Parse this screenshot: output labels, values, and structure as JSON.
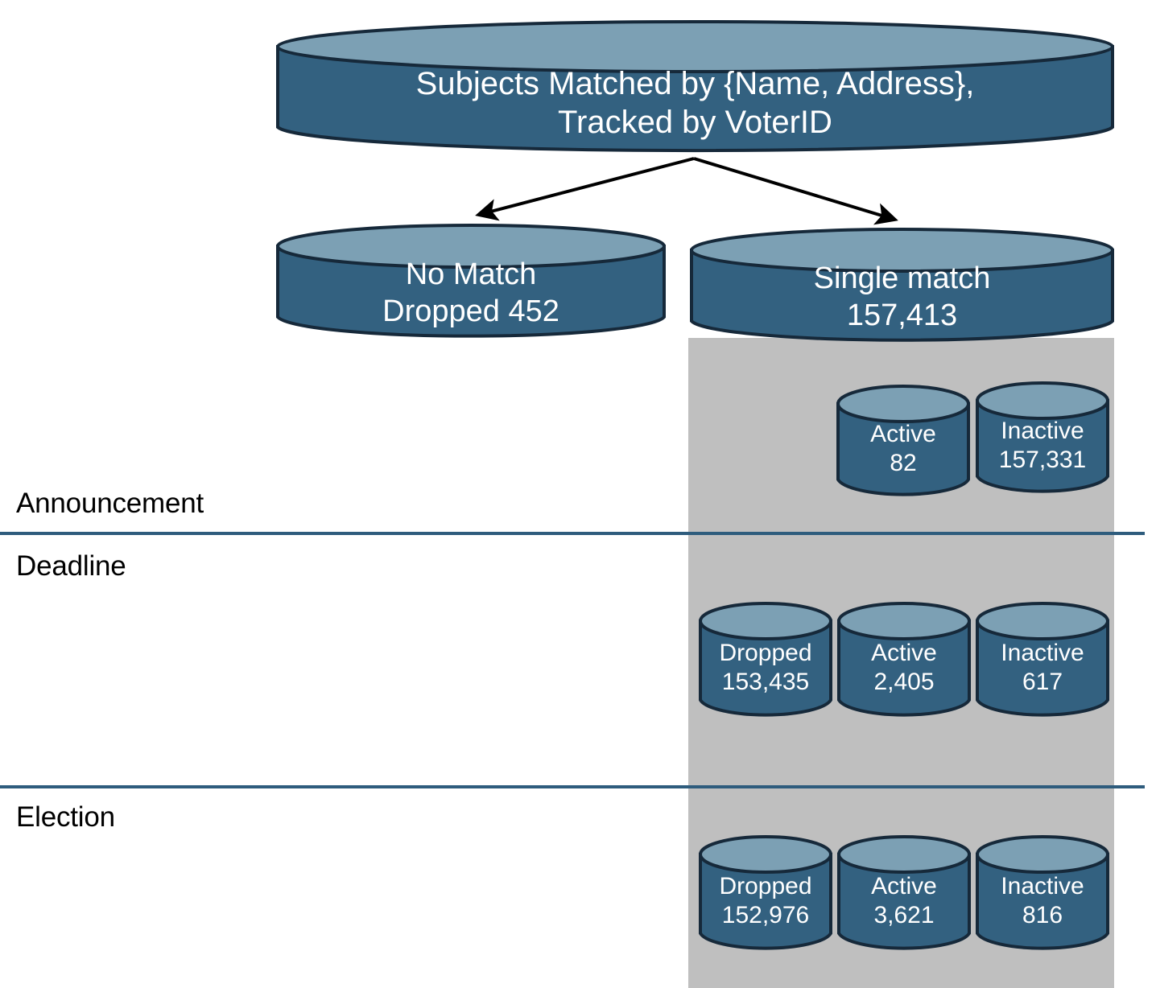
{
  "diagram": {
    "title": "Voter subject matching and status flow",
    "colors": {
      "cylinder_body": "#336180",
      "cylinder_top": "#7ca0b4",
      "cylinder_stroke": "#16293a",
      "band_grey": "#bfbfbf",
      "divider": "#2e5c7d",
      "label_text": "#000000",
      "cylinder_text": "#ffffff",
      "arrow": "#000000",
      "background": "#ffffff"
    },
    "root": {
      "line1": "Subjects Matched by {Name, Address},",
      "line2": "Tracked by VoterID",
      "text": "Subjects Matched by {Name, Address},\nTracked by VoterID"
    },
    "branches": [
      {
        "id": "no-match",
        "line1": "No Match",
        "line2": "Dropped  452",
        "label": "No Match",
        "value": "Dropped  452",
        "text": "No Match\nDropped  452"
      },
      {
        "id": "single-match",
        "line1": "Single match",
        "line2": "157,413",
        "label": "Single match",
        "value": "157,413",
        "text": "Single match\n157,413"
      }
    ],
    "timeline": [
      {
        "id": "announcement",
        "label": "Announcement",
        "buckets": [
          {
            "id": "announcement-active",
            "label": "Active",
            "value": "82",
            "text": "Active\n82"
          },
          {
            "id": "announcement-inactive",
            "label": "Inactive",
            "value": "157,331",
            "text": "Inactive\n157,331"
          }
        ]
      },
      {
        "id": "deadline",
        "label": "Deadline",
        "buckets": [
          {
            "id": "deadline-dropped",
            "label": "Dropped",
            "value": "153,435",
            "text": "Dropped\n153,435"
          },
          {
            "id": "deadline-active",
            "label": "Active",
            "value": "2,405",
            "text": "Active\n2,405"
          },
          {
            "id": "deadline-inactive",
            "label": "Inactive",
            "value": "617",
            "text": "Inactive\n617"
          }
        ]
      },
      {
        "id": "election",
        "label": "Election",
        "buckets": [
          {
            "id": "election-dropped",
            "label": "Dropped",
            "value": "152,976",
            "text": "Dropped\n152,976"
          },
          {
            "id": "election-active",
            "label": "Active",
            "value": "3,621",
            "text": "Active\n3,621"
          },
          {
            "id": "election-inactive",
            "label": "Inactive",
            "value": "816",
            "text": "Inactive\n816"
          }
        ]
      }
    ],
    "chart_data": {
      "type": "diagram",
      "title": "Subjects Matched by {Name, Address}, Tracked by VoterID",
      "nodes": [
        {
          "id": "root",
          "label": "Subjects Matched by {Name, Address}, Tracked by VoterID",
          "value": null
        },
        {
          "id": "no-match",
          "label": "No Match Dropped",
          "value": 452
        },
        {
          "id": "single-match",
          "label": "Single match",
          "value": 157413
        },
        {
          "id": "announcement-active",
          "label": "Active",
          "value": 82,
          "stage": "Announcement"
        },
        {
          "id": "announcement-inactive",
          "label": "Inactive",
          "value": 157331,
          "stage": "Announcement"
        },
        {
          "id": "deadline-dropped",
          "label": "Dropped",
          "value": 153435,
          "stage": "Deadline"
        },
        {
          "id": "deadline-active",
          "label": "Active",
          "value": 2405,
          "stage": "Deadline"
        },
        {
          "id": "deadline-inactive",
          "label": "Inactive",
          "value": 617,
          "stage": "Deadline"
        },
        {
          "id": "election-dropped",
          "label": "Dropped",
          "value": 152976,
          "stage": "Election"
        },
        {
          "id": "election-active",
          "label": "Active",
          "value": 3621,
          "stage": "Election"
        },
        {
          "id": "election-inactive",
          "label": "Inactive",
          "value": 816,
          "stage": "Election"
        }
      ],
      "edges": [
        {
          "from": "root",
          "to": "no-match"
        },
        {
          "from": "root",
          "to": "single-match"
        }
      ],
      "stages": [
        "Announcement",
        "Deadline",
        "Election"
      ]
    }
  }
}
